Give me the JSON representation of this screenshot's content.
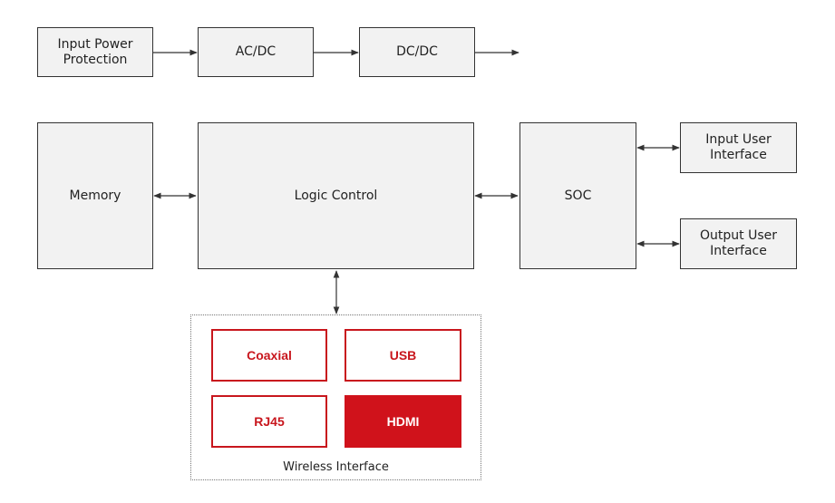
{
  "power": {
    "input_protection": "Input Power\nProtection",
    "acdc": "AC/DC",
    "dcdc": "DC/DC"
  },
  "blocks": {
    "memory": "Memory",
    "logic_control": "Logic Control",
    "soc": "SOC",
    "input_ui": "Input User\nInterface",
    "output_ui": "Output User\nInterface"
  },
  "interfaces": {
    "group_label": "Wireless Interface",
    "coaxial": "Coaxial",
    "usb": "USB",
    "rj45": "RJ45",
    "hdmi": "HDMI"
  },
  "colors": {
    "accent_red": "#c8161d",
    "box_fill": "#f2f2f2",
    "line": "#333333"
  }
}
